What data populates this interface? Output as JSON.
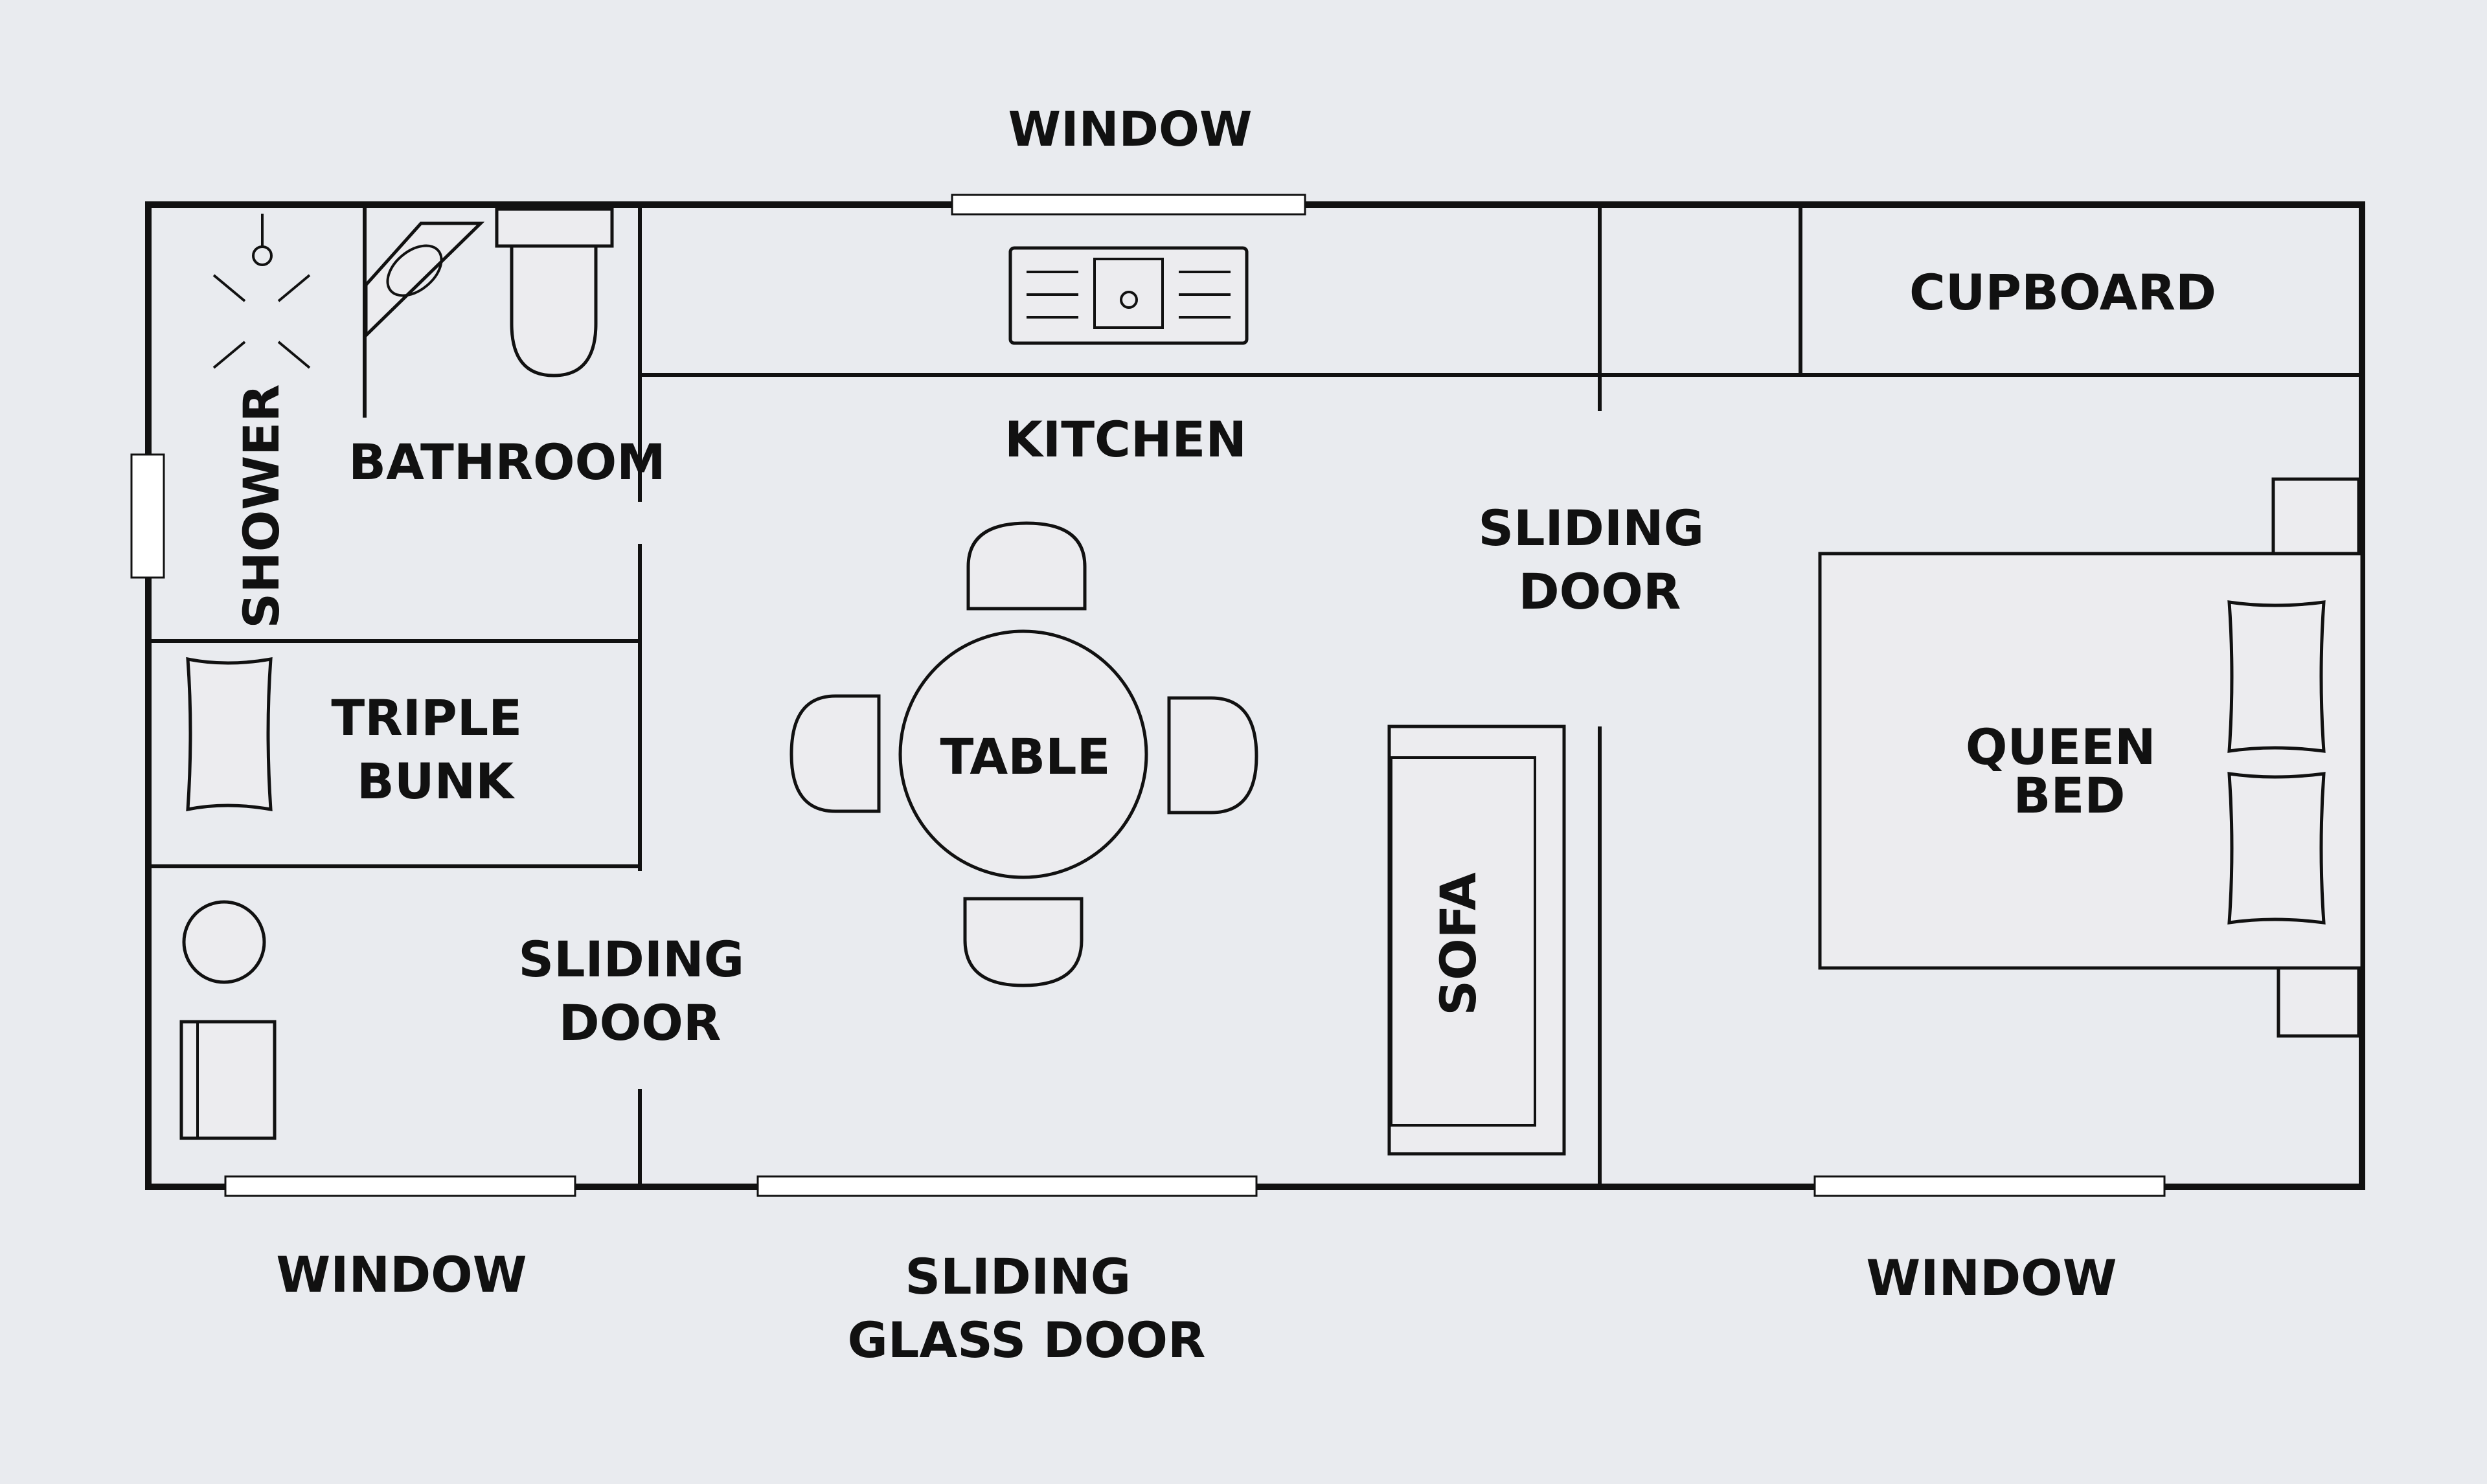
{
  "labels": {
    "window_top": "WINDOW",
    "cupboard": "CUPBOARD",
    "kitchen": "KITCHEN",
    "bathroom": "BATHROOM",
    "shower": "SHOWER",
    "sliding_door_right": [
      "SLIDING",
      "DOOR"
    ],
    "triple_bunk": [
      "TRIPLE",
      "BUNK"
    ],
    "table": "TABLE",
    "queen_bed": [
      "QUEEN",
      "BED"
    ],
    "sofa": "SOFA",
    "sliding_door_left": [
      "SLIDING",
      "DOOR"
    ],
    "window_bottom_left": "WINDOW",
    "sliding_glass_door": [
      "SLIDING",
      "GLASS DOOR"
    ],
    "window_bottom_right": "WINDOW"
  },
  "colors": {
    "background": "#e9ebef",
    "line": "#111111",
    "window_fill": "#ffffff"
  }
}
